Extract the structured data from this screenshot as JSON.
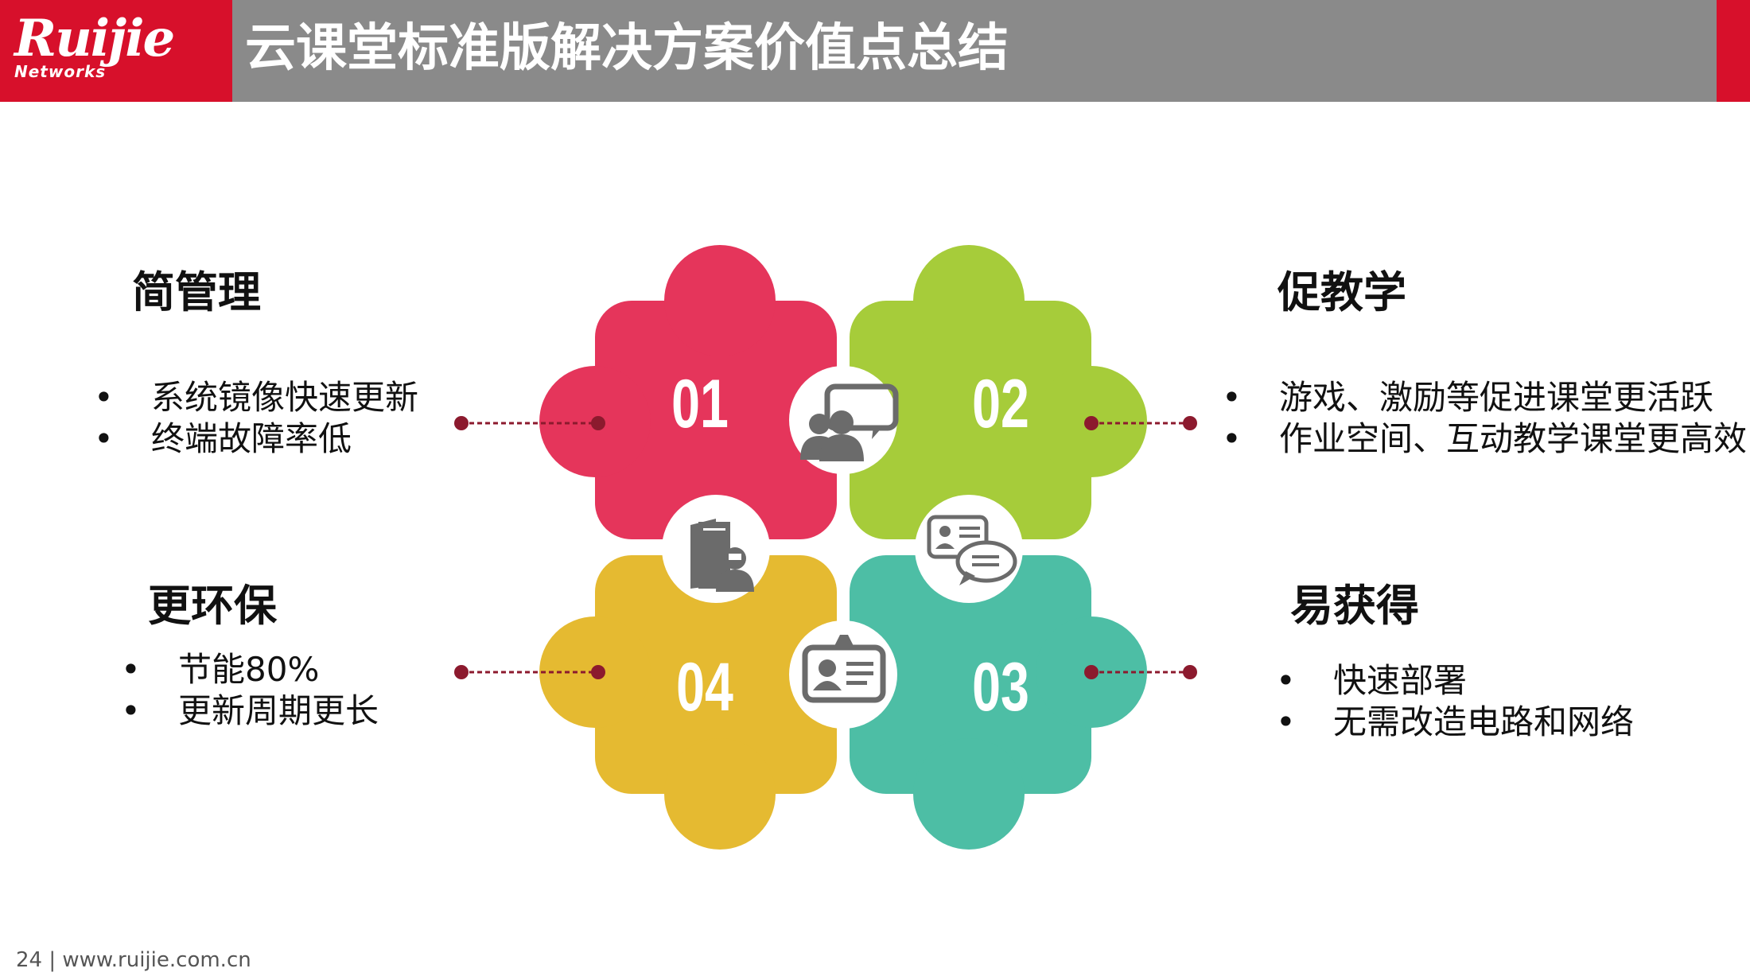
{
  "header": {
    "logo_text": "Ruijie",
    "logo_sub": "Networks",
    "title": "云课堂标准版解决方案价值点总结"
  },
  "colors": {
    "brand_red": "#d7102b",
    "header_gray": "#8a8a8a",
    "piece_01": "#e5355b",
    "piece_02": "#a6cc3a",
    "piece_03": "#4dbea5",
    "piece_04": "#e5ba31",
    "connector": "#8c1a2e"
  },
  "pieces": [
    {
      "num": "01",
      "icon": "chat-people-icon"
    },
    {
      "num": "02",
      "icon": "profile-chat-icon"
    },
    {
      "num": "03",
      "icon": "id-badge-icon"
    },
    {
      "num": "04",
      "icon": "books-person-icon"
    }
  ],
  "sections": {
    "top_left": {
      "heading": "简管理",
      "items": [
        "系统镜像快速更新",
        "终端故障率低"
      ]
    },
    "top_right": {
      "heading": "促教学",
      "items": [
        "游戏、激励等促进课堂更活跃",
        "作业空间、互动教学课堂更高效"
      ]
    },
    "bottom_left": {
      "heading": "更环保",
      "items": [
        "节能80%",
        "更新周期更长"
      ]
    },
    "bottom_right": {
      "heading": "易获得",
      "items": [
        "快速部署",
        "无需改造电路和网络"
      ]
    }
  },
  "bullet_char": "•",
  "footer": {
    "text": "24 | www.ruijie.com.cn"
  }
}
